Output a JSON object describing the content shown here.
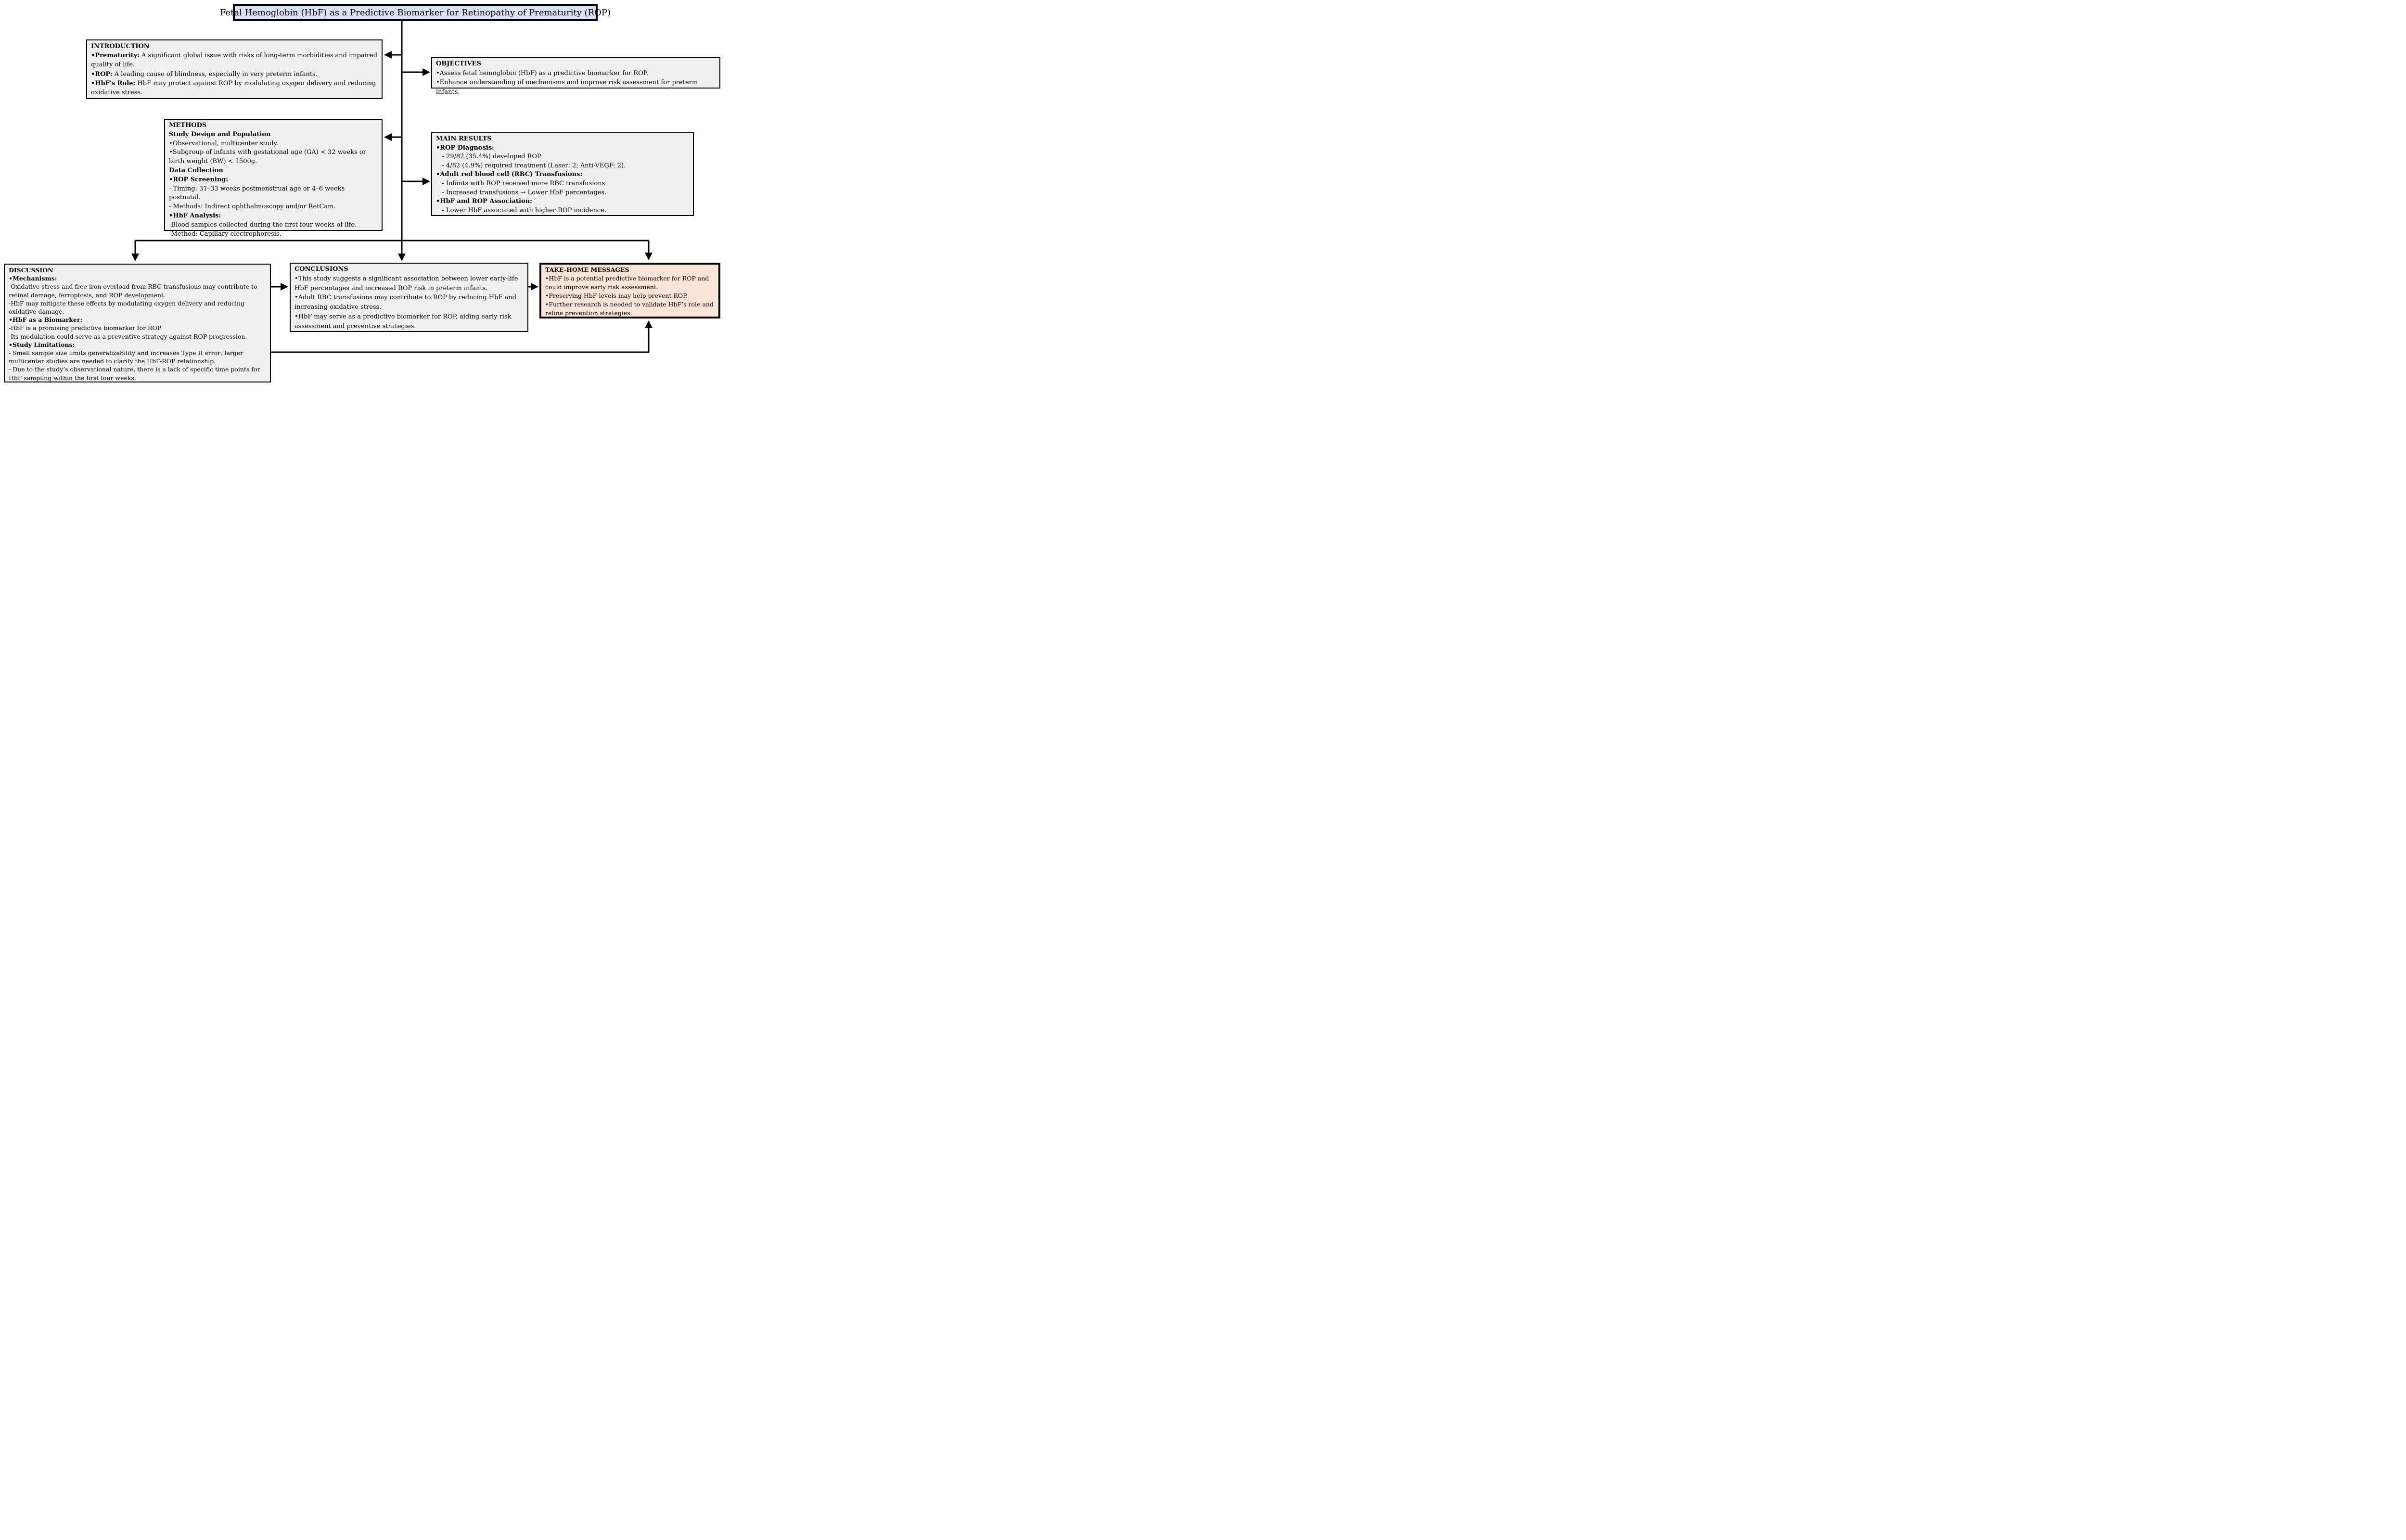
{
  "title": "Fetal Hemoglobin (HbF) as a Predictive Biomarker for Retinopathy of Prematurity (ROP)",
  "colors": {
    "title_fill": "#d9e2f3",
    "box_fill": "#f0f0f0",
    "takehome_fill": "#fce4d6",
    "border_and_lines": "#000000"
  },
  "boxes": {
    "introduction": {
      "heading": "INTRODUCTION",
      "lines": [
        {
          "b": "•Prematurity:",
          "t": " A significant global issue with risks of long-term morbidities and impaired quality of life."
        },
        {
          "b": "•ROP:",
          "t": " A leading cause of blindness, especially in very preterm infants."
        },
        {
          "b": "•HbF's Role:",
          "t": " HbF may protect against ROP by modulating oxygen delivery and reducing oxidative stress."
        }
      ]
    },
    "objectives": {
      "heading": "OBJECTIVES",
      "lines": [
        {
          "b": "",
          "t": "•Assess fetal hemoglobin (HbF) as a predictive biomarker for ROP."
        },
        {
          "b": "",
          "t": "•Enhance understanding of mechanisms and improve risk assessment for preterm infants."
        }
      ]
    },
    "methods": {
      "heading": "METHODS",
      "lines": [
        {
          "b": "Study Design and Population",
          "t": ""
        },
        {
          "b": "",
          "t": "•Observational, multicenter study."
        },
        {
          "b": "",
          "t": "•Subgroup of infants with gestational age (GA) < 32 weeks or birth weight (BW) < 1500g."
        },
        {
          "b": "Data Collection",
          "t": ""
        },
        {
          "b": "•ROP Screening:",
          "t": ""
        },
        {
          "b": "",
          "t": "- Timing: 31–33 weeks postmenstrual age or 4–6 weeks postnatal."
        },
        {
          "b": "",
          "t": "- Methods: Indirect ophthalmoscopy and/or RetCam."
        },
        {
          "b": "•HbF Analysis:",
          "t": ""
        },
        {
          "b": "",
          "t": "-Blood samples collected during the first four weeks of life."
        },
        {
          "b": "",
          "t": "-Method: Capillary electrophoresis."
        }
      ]
    },
    "main_results": {
      "heading": "MAIN RESULTS",
      "lines": [
        {
          "b": "•ROP Diagnosis:",
          "t": ""
        },
        {
          "b": "",
          "t": "   - 29/82 (35.4%) developed ROP."
        },
        {
          "b": "",
          "t": "   - 4/82 (4.9%) required treatment (Laser: 2; Anti-VEGF: 2)."
        },
        {
          "b": "•Adult red blood cell (RBC) Transfusions:",
          "t": ""
        },
        {
          "b": "",
          "t": "   - Infants with ROP received more RBC transfusions."
        },
        {
          "b": "",
          "t": "   - Increased transfusions → Lower HbF percentages."
        },
        {
          "b": "•HbF and ROP Association:",
          "t": ""
        },
        {
          "b": "",
          "t": "   - Lower HbF associated with higher ROP incidence."
        }
      ]
    },
    "discussion": {
      "heading": "DISCUSSION",
      "lines": [
        {
          "b": "•Mechanisms:",
          "t": ""
        },
        {
          "b": "",
          "t": "-Oxidative stress and free iron overload from RBC transfusions may contribute to retinal damage, ferroptosis, and ROP development."
        },
        {
          "b": "",
          "t": "-HbF may mitigate these effects by modulating oxygen delivery and reducing oxidative damage."
        },
        {
          "b": "•HbF as a Biomarker:",
          "t": ""
        },
        {
          "b": "",
          "t": "-HbF is a promising predictive biomarker for ROP."
        },
        {
          "b": "",
          "t": "-Its modulation could serve as a preventive strategy against ROP progression."
        },
        {
          "b": "•Study Limitations:",
          "t": ""
        },
        {
          "b": "",
          "t": "- Small sample size limits generalizability and increases Type II error; larger multicenter studies are needed to clarify the HbF-ROP relationship."
        },
        {
          "b": "",
          "t": "- Due to the study’s observational nature, there is a lack of specific time points for HbF sampling within the first four weeks."
        }
      ]
    },
    "conclusions": {
      "heading": "CONCLUSIONS",
      "lines": [
        {
          "b": "",
          "t": "•This study suggests a significant association between lower early-life HbF percentages and increased ROP risk in preterm infants."
        },
        {
          "b": "",
          "t": "•Adult RBC transfusions may contribute to ROP by reducing HbF and increasing oxidative stress."
        },
        {
          "b": "",
          "t": "•HbF may serve as a predictive biomarker for ROP, aiding early risk assessment and preventive strategies."
        }
      ]
    },
    "takehome": {
      "heading": "TAKE-HOME MESSAGES",
      "lines": [
        {
          "b": "",
          "t": "•HbF is a potential predictive biomarker for ROP and could improve early risk assessment."
        },
        {
          "b": "",
          "t": "•Preserving HbF levels may help prevent ROP."
        },
        {
          "b": "",
          "t": "•Further research is needed to validate HbF’s role and refine prevention strategies."
        }
      ]
    }
  }
}
